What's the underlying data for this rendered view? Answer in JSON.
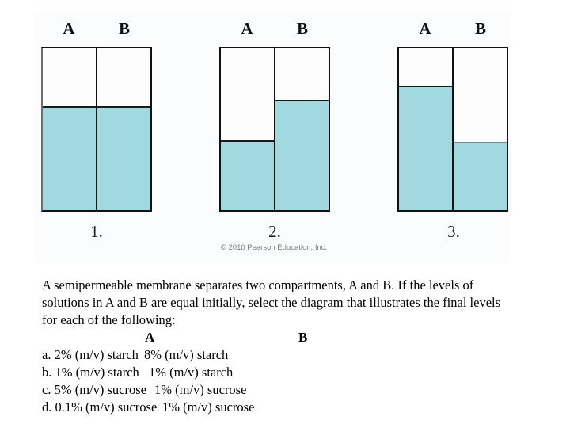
{
  "figure": {
    "water_color": "#a2d9e1",
    "tank_labels": [
      "A",
      "B"
    ],
    "copyright": "© 2010 Pearson Education, Inc.",
    "diagrams": [
      {
        "number": "1.",
        "a_level": "64%",
        "b_level": "64%",
        "a_surface": "#1a1a1a",
        "b_surface": "#1a1a1a"
      },
      {
        "number": "2.",
        "a_level": "43%",
        "b_level": "68%",
        "a_surface": "#1a1a1a",
        "b_surface": "#1a1a1a"
      },
      {
        "number": "3.",
        "a_level": "77%",
        "b_level": "42%",
        "a_surface": "#1a1a1a",
        "b_surface": "#6b8d94"
      }
    ]
  },
  "question": {
    "line1": "A semipermeable membrane separates two compartments, A and B. If the levels of",
    "line2": "solutions in A and B are equal initially, select the diagram that illustrates the final levels",
    "line3": "for each of the following:",
    "col_a_header": "A",
    "col_b_header": "B",
    "options": [
      {
        "a": "a. 2% (m/v) starch",
        "b": "8% (m/v) starch"
      },
      {
        "a": "b. 1% (m/v) starch",
        "b": "1% (m/v) starch"
      },
      {
        "a": "c. 5% (m/v) sucrose",
        "b": "1% (m/v) sucrose"
      },
      {
        "a": "d. 0.1% (m/v) sucrose",
        "b": "1% (m/v) sucrose"
      }
    ]
  }
}
